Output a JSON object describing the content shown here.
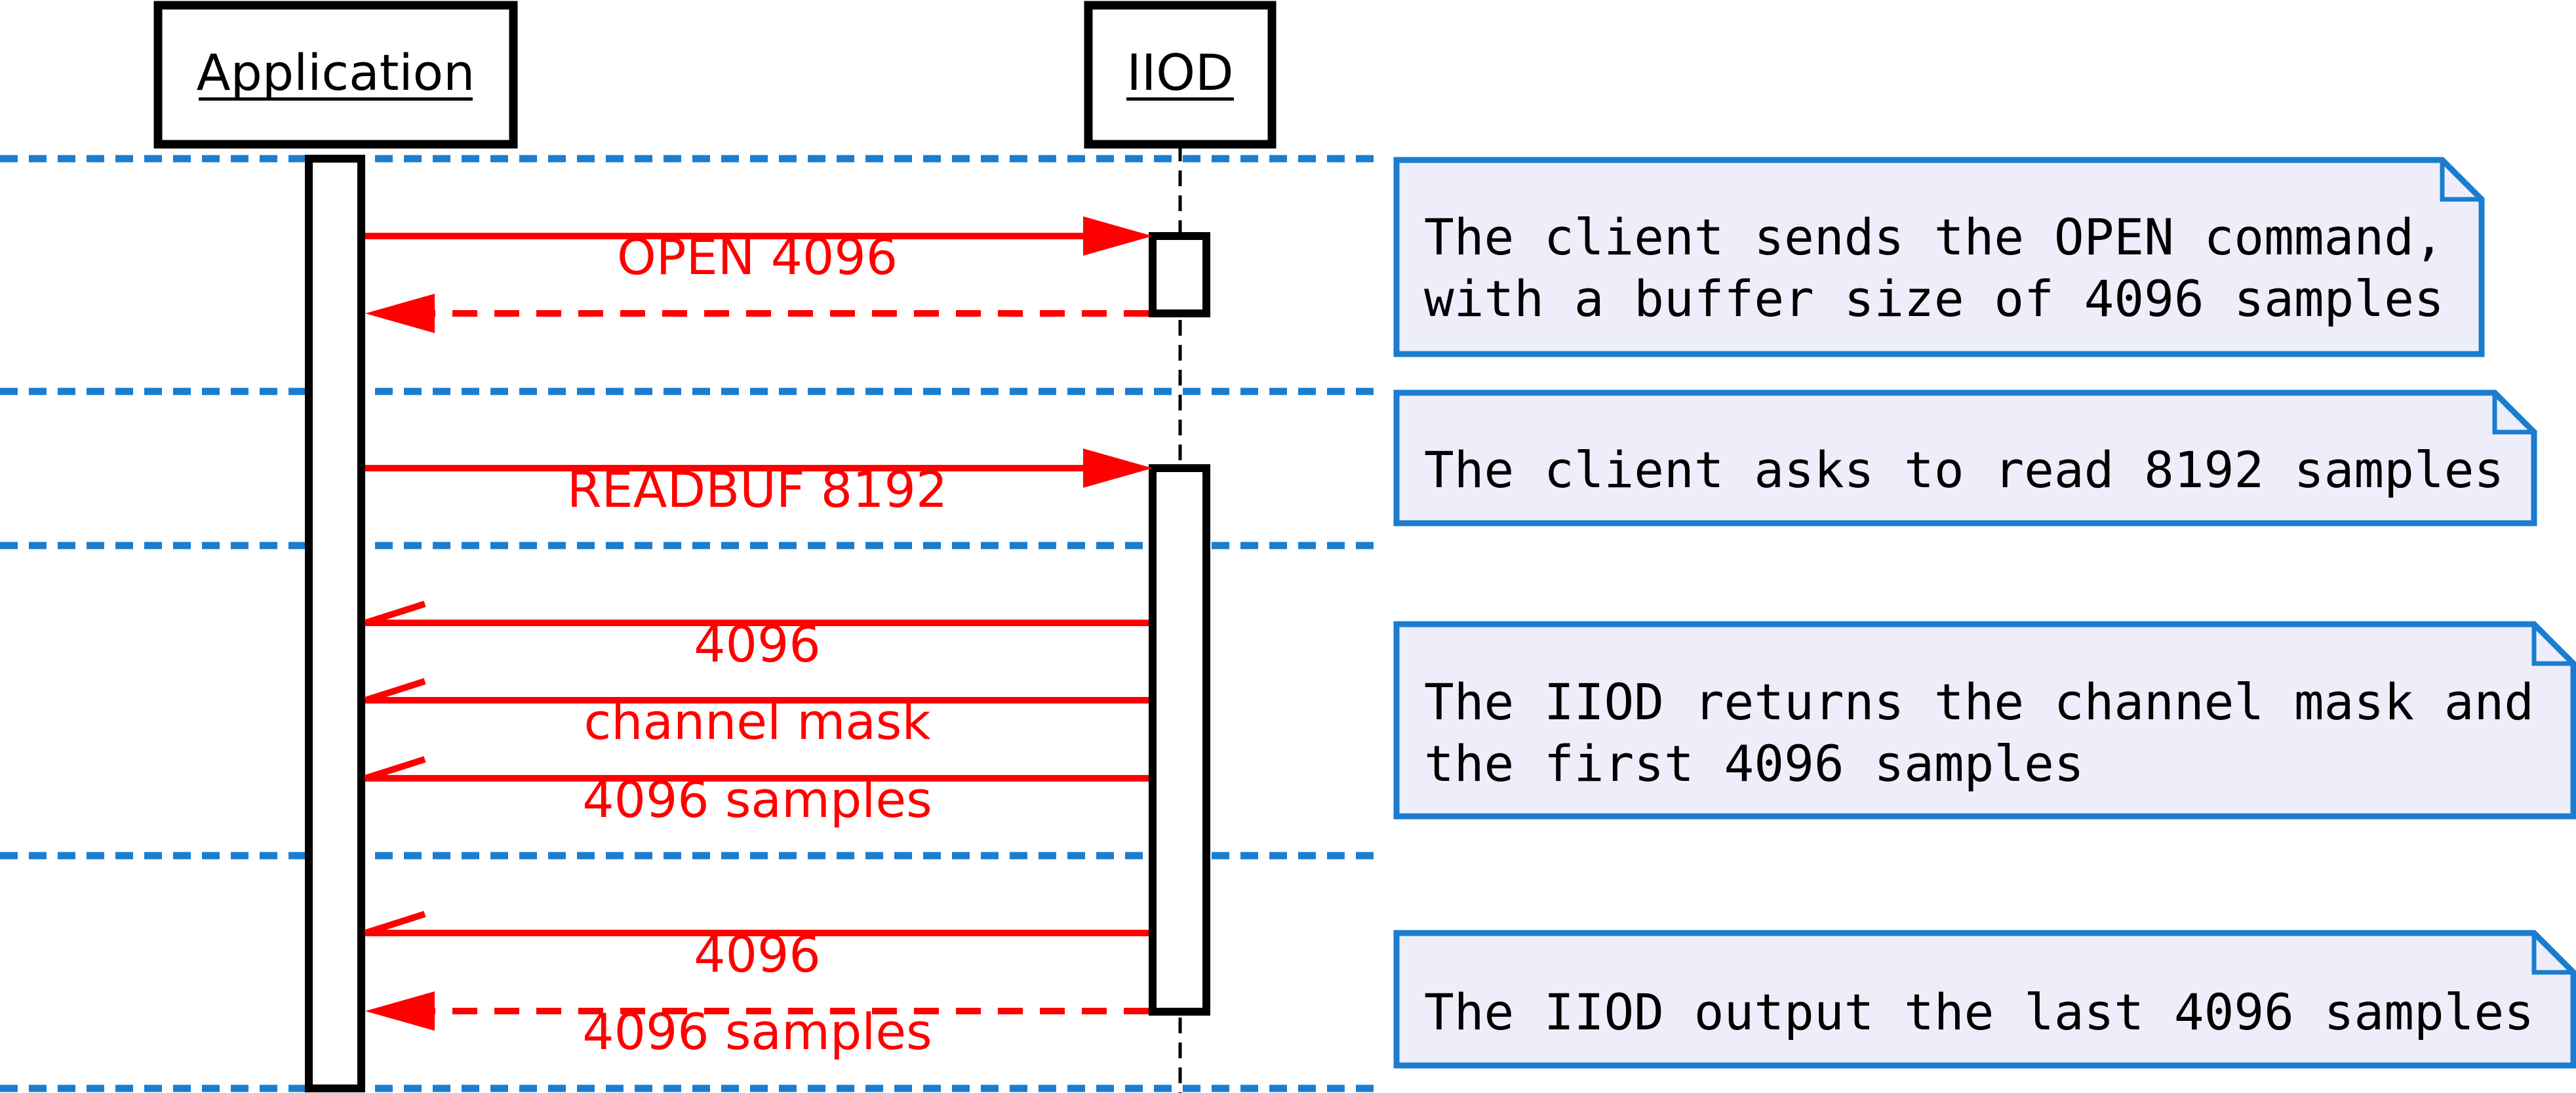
{
  "participants": [
    {
      "name": "Application"
    },
    {
      "name": "IIOD"
    }
  ],
  "messages": [
    {
      "label": "OPEN 4096",
      "direction": "request",
      "style": "solid"
    },
    {
      "label": "",
      "direction": "reply",
      "style": "dashed"
    },
    {
      "label": "READBUF 8192",
      "direction": "request",
      "style": "solid"
    },
    {
      "label": "4096",
      "direction": "reply",
      "style": "solid-open"
    },
    {
      "label": "channel mask",
      "direction": "reply",
      "style": "solid-open"
    },
    {
      "label": "4096 samples",
      "direction": "reply",
      "style": "solid-open"
    },
    {
      "label": "4096",
      "direction": "reply",
      "style": "solid-open"
    },
    {
      "label": "4096 samples",
      "direction": "reply",
      "style": "dashed"
    }
  ],
  "notes": [
    {
      "lines": [
        "The client sends the OPEN command,",
        "with a buffer size of 4096 samples"
      ]
    },
    {
      "lines": [
        "The client asks to read 8192 samples"
      ]
    },
    {
      "lines": [
        "The IIOD returns the channel mask and",
        "the first 4096 samples"
      ]
    },
    {
      "lines": [
        "The IIOD output the last 4096 samples"
      ]
    }
  ],
  "colors": {
    "message": "#ff0000",
    "separator": "#1a7dcf",
    "note_border": "#1a7dcf",
    "note_fill": "#eeeefa",
    "outline": "#000000"
  }
}
